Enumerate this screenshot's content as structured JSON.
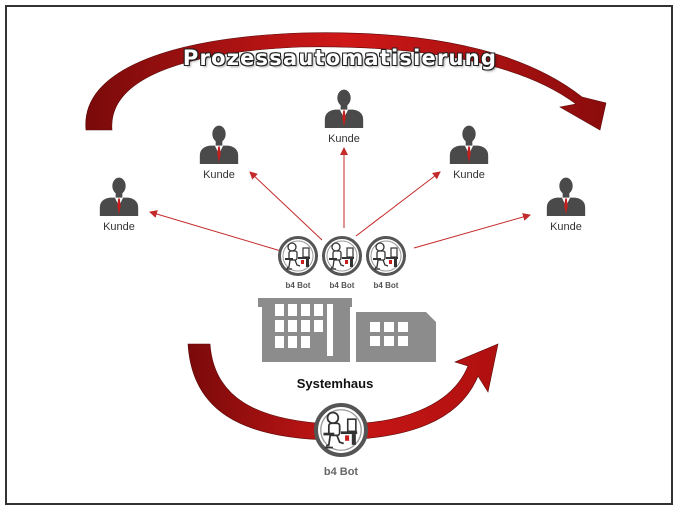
{
  "title": "Prozessautomatisierung",
  "customers": [
    {
      "label": "Kunde"
    },
    {
      "label": "Kunde"
    },
    {
      "label": "Kunde"
    },
    {
      "label": "Kunde"
    },
    {
      "label": "Kunde"
    }
  ],
  "bots": [
    {
      "label": "b4 Bot"
    },
    {
      "label": "b4 Bot"
    },
    {
      "label": "b4 Bot"
    }
  ],
  "systemhaus": {
    "label": "Systemhaus"
  },
  "main_bot": {
    "label": "b4 Bot"
  },
  "colors": {
    "arrow_dark": "#7a0a0a",
    "arrow_light": "#d01818",
    "connector": "#c42a2a",
    "person": "#4a4a4a",
    "building": "#8c8c8c",
    "tie": "#c81e1e"
  },
  "icons": [
    "person-icon",
    "robot-icon",
    "building-icon"
  ]
}
